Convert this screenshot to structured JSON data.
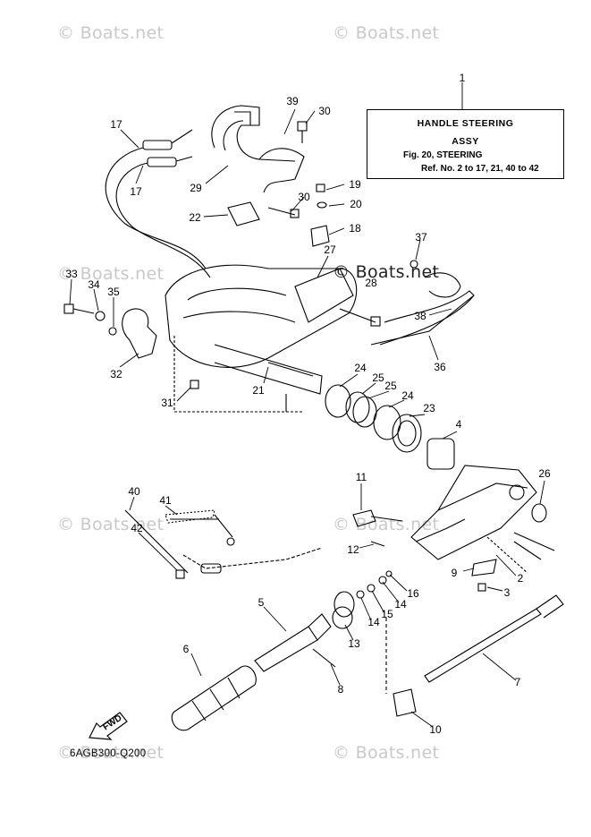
{
  "watermark": "© Boats.net",
  "info_box": {
    "line1": "HANDLE  STEERING",
    "line2": "ASSY",
    "line3": "Fig. 20, STEERING",
    "line4": "Ref. No. 2 to 17, 21, 40 to 42"
  },
  "fwd_label": "FWD",
  "diagram_code": "6AGB300-Q200",
  "callouts": [
    {
      "label": "1"
    },
    {
      "label": "39"
    },
    {
      "label": "30"
    },
    {
      "label": "17"
    },
    {
      "label": "17"
    },
    {
      "label": "29"
    },
    {
      "label": "22"
    },
    {
      "label": "30"
    },
    {
      "label": "19"
    },
    {
      "label": "20"
    },
    {
      "label": "18"
    },
    {
      "label": "37"
    },
    {
      "label": "27"
    },
    {
      "label": "28"
    },
    {
      "label": "33"
    },
    {
      "label": "34"
    },
    {
      "label": "35"
    },
    {
      "label": "38"
    },
    {
      "label": "32"
    },
    {
      "label": "36"
    },
    {
      "label": "24"
    },
    {
      "label": "25"
    },
    {
      "label": "25"
    },
    {
      "label": "24"
    },
    {
      "label": "23"
    },
    {
      "label": "21"
    },
    {
      "label": "31"
    },
    {
      "label": "4"
    },
    {
      "label": "11"
    },
    {
      "label": "26"
    },
    {
      "label": "40"
    },
    {
      "label": "41"
    },
    {
      "label": "42"
    },
    {
      "label": "12"
    },
    {
      "label": "9"
    },
    {
      "label": "2"
    },
    {
      "label": "3"
    },
    {
      "label": "16"
    },
    {
      "label": "14"
    },
    {
      "label": "15"
    },
    {
      "label": "14"
    },
    {
      "label": "5"
    },
    {
      "label": "13"
    },
    {
      "label": "6"
    },
    {
      "label": "8"
    },
    {
      "label": "7"
    },
    {
      "label": "10"
    }
  ]
}
